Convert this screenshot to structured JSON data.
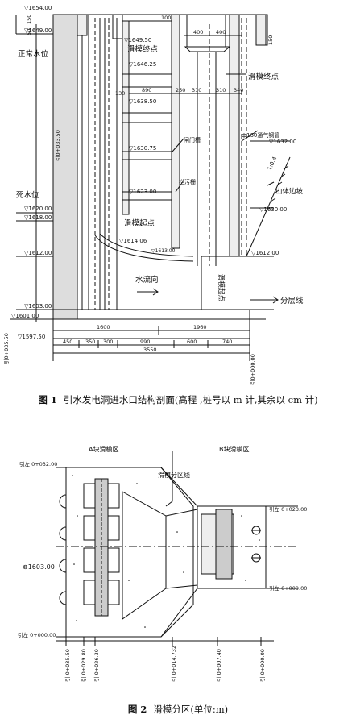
{
  "figure1": {
    "caption_number": "图 1",
    "caption_text": "引水发电洞进水口结构剖面(高程 ,桩号以 m 计,其余以 cm 计)",
    "elevations": {
      "e1654": "▽1654.00",
      "e1649": "▽1649.00",
      "e164950": "▽1649.50",
      "e164625": "▽1646.25",
      "e163850": "▽1638.50",
      "e163075": "▽1630.75",
      "e162300": "▽1623.00",
      "e1620": "▽1620.00",
      "e1618": "▽1618.00",
      "e161406": "▽1614.06",
      "e161300": "▽1613.00",
      "e1612": "▽1612.00",
      "e1612r": "▽1612.00",
      "e1632": "▽1632.00",
      "e1630": "▽1630.00",
      "e1603": "▽1603.00",
      "e1601": "▽1601.00",
      "e159750": "▽1597.50"
    },
    "labels": {
      "normal_water": "正常水位",
      "dead_water": "死水位",
      "slip_end1": "滑模终点",
      "slip_end2": "滑模终点",
      "slip_start1": "滑模起点",
      "slip_start2": "滑模起点",
      "vent_pipe": "ф160通气钢管",
      "slope": "山体边坡",
      "flow": "水流向",
      "layer_line": "分层线",
      "gate_slot": "闸门槽",
      "trash_rack": "拦污栅",
      "slope_ratio": "1:0.4"
    },
    "stations": {
      "left": "引0+035.50",
      "mid": "引0+033.50",
      "right": "引0+000.00"
    },
    "dims": {
      "d100a": "100",
      "d150a": "150",
      "d50": "50",
      "d400a": "400",
      "d400b": "400",
      "d150b": "150",
      "d890": "890",
      "d250": "250",
      "d310a": "310",
      "d310b": "310",
      "d340": "340",
      "d130": "130",
      "d1600": "1600",
      "d1960": "1960",
      "d450": "450",
      "d350": "350",
      "d300": "300",
      "d990": "990",
      "d600": "600",
      "d740": "740",
      "d3550": "3550"
    }
  },
  "figure2": {
    "caption_number": "图 2",
    "caption_text": "滑模分区(单位:m)",
    "zone_a": "A块滑模区",
    "zone_b": "B块滑模区",
    "zone_line": "滑模分区线",
    "elev": "⊗1603.00",
    "left_032": "引左 0+032.00",
    "left_000": "引左 0+000.00",
    "right_023": "引左 0+023.00",
    "right_009": "引左 0+009.00",
    "ticks": [
      "引 0+035.50",
      "引 0+029.80",
      "引 0+026.30",
      "引 0+014.732",
      "引 0+007.40",
      "引 0+000.00"
    ]
  }
}
